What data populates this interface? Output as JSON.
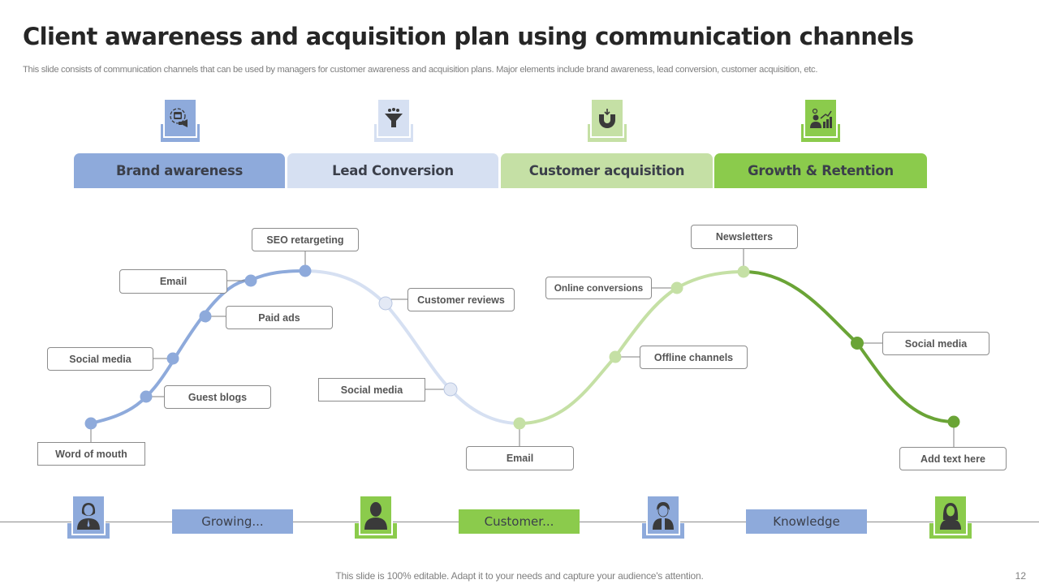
{
  "header": {
    "title": "Client awareness and acquisition plan using communication channels",
    "subtitle": "This slide consists of communication channels that can be used by managers for customer awareness and acquisition plans. Major elements include brand awareness, lead conversion, customer acquisition, etc."
  },
  "colors": {
    "blue_dark": "#8eaadb",
    "blue_light": "#d6e0f2",
    "green_light": "#c5e0a5",
    "green_dark": "#6aa436",
    "green_tab": "#8bcb4c",
    "icon_dark": "#3a3a3a"
  },
  "phases": [
    {
      "label": "Brand awareness",
      "icon": "megaphone-monitor-icon"
    },
    {
      "label": "Lead Conversion",
      "icon": "funnel-people-icon"
    },
    {
      "label": "Customer acquisition",
      "icon": "magnet-people-icon"
    },
    {
      "label": "Growth & Retention",
      "icon": "person-growth-chart-icon"
    }
  ],
  "channels": {
    "brand_awareness": [
      "Word of mouth",
      "Guest blogs",
      "Social media",
      "Paid ads",
      "Email",
      "SEO retargeting"
    ],
    "lead_conversion": [
      "Customer reviews",
      "Social media"
    ],
    "customer_acquisition": [
      "Email",
      "Offline channels",
      "Online conversions"
    ],
    "growth_retention": [
      "Newsletters",
      "Social media",
      "Add text here"
    ]
  },
  "timeline": {
    "people": [
      "female-user-icon",
      "male-user-icon",
      "student-user-icon",
      "hijab-user-icon"
    ],
    "boxes": [
      "Growing...",
      "Customer...",
      "Knowledge"
    ]
  },
  "footer": {
    "note": "This slide is 100% editable. Adapt it to your needs and capture your audience's attention.",
    "page_number": "12"
  }
}
